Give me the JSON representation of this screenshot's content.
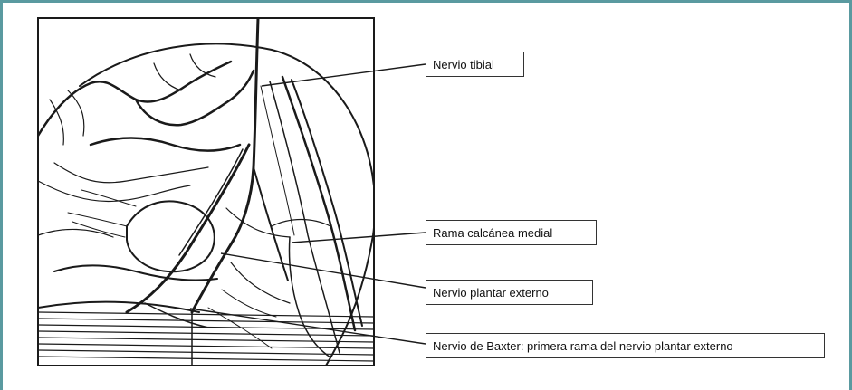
{
  "figure": {
    "frame_color": "#5a9aa0",
    "labels": {
      "tibial": "Nervio tibial",
      "calcanea_medial": "Rama calcánea medial",
      "plantar_externo": "Nervio plantar externo",
      "baxter": "Nervio de Baxter: primera rama del nervio plantar externo"
    }
  }
}
